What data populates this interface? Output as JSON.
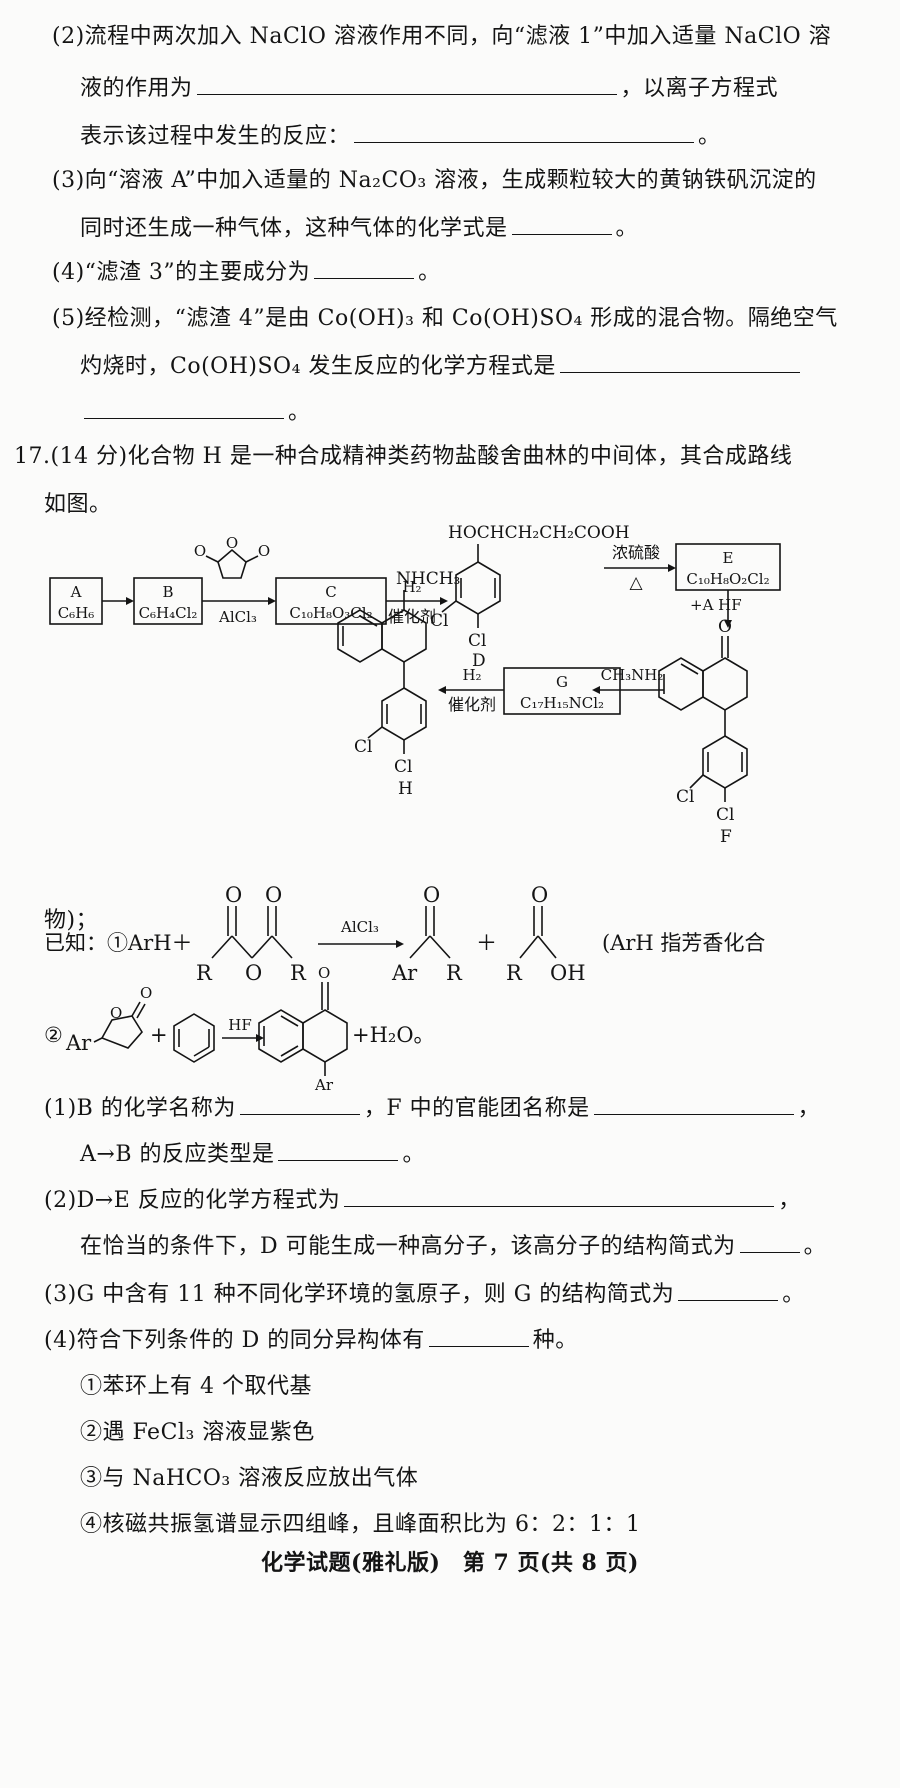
{
  "q16": {
    "p2_line1": "(2)流程中两次加入 NaClO 溶液作用不同，向“滤液 1”中加入适量 NaClO 溶",
    "p2_line2_a": "液的作用为",
    "p2_line2_b": "，以离子方程式",
    "p2_line3_a": "表示该过程中发生的反应：",
    "p2_line3_b": "。",
    "p3_line1": "(3)向“溶液 A”中加入适量的 Na₂CO₃ 溶液，生成颗粒较大的黄钠铁矾沉淀的",
    "p3_line2_a": "同时还生成一种气体，这种气体的化学式是",
    "p3_line2_b": "。",
    "p4_a": "(4)“滤渣 3”的主要成分为",
    "p4_b": "。",
    "p5_line1": "(5)经检测，“滤渣 4”是由 Co(OH)₃ 和 Co(OH)SO₄ 形成的混合物。隔绝空气",
    "p5_line2": "灼烧时，Co(OH)SO₄ 发生反应的化学方程式是",
    "p5_line3_b": "。"
  },
  "q17": {
    "intro_line1": "17.(14 分)化合物 H 是一种合成精神类药物盐酸舍曲林的中间体，其合成路线",
    "intro_line2": "如图。",
    "scheme": {
      "A_label": "A",
      "A_formula": "C₆H₆",
      "B_label": "B",
      "B_formula": "C₆H₄Cl₂",
      "C_label": "C",
      "C_formula": "C₁₀H₈O₃Cl₂",
      "E_label": "E",
      "E_formula": "C₁₀H₈O₂Cl₂",
      "G_label": "G",
      "G_formula": "C₁₇H₁₅NCl₂",
      "reagent_AlCl3": "AlCl₃",
      "reagent_H2_1": "H₂",
      "reagent_cat_1": "催化剂",
      "reagent_H2SO4": "浓硫酸",
      "reagent_heat": "△",
      "reagent_A_HF": "+A HF",
      "reagent_CH3NH2": "CH₃NH₂",
      "reagent_H2_2": "H₂",
      "reagent_cat_2": "催化剂",
      "D_side_chain": "HOCHCH₂CH₂COOH",
      "D_name": "D",
      "F_name": "F",
      "H_name": "H",
      "Cl": "Cl",
      "NHCH3": "NHCH₃"
    },
    "known_prefix": "已知：①ArH＋",
    "known_AlCl3": "AlCl₃",
    "known_R": "R",
    "known_O": "O",
    "known_Ar": "Ar",
    "known_OH": "OH",
    "known_plus": "＋",
    "known_suffix": "(ArH 指芳香化合",
    "known_suffix2": "物)；",
    "known2_prefix": "②",
    "known2_Ar": "Ar",
    "known2_plus": "+",
    "known2_HF": "HF",
    "known2_suffix": "+H₂O。",
    "q1_line1_a": "(1)B 的化学名称为",
    "q1_line1_b": "，F 中的官能团名称是",
    "q1_line1_c": "，",
    "q1_line2_a": "A→B 的反应类型是",
    "q1_line2_b": "。",
    "q2_line1_a": "(2)D→E 反应的化学方程式为",
    "q2_line1_b": "，",
    "q2_line2_a": "在恰当的条件下，D 可能生成一种高分子，该高分子的结构简式为",
    "q2_line2_b": "。",
    "q3_a": "(3)G 中含有 11 种不同化学环境的氢原子，则 G 的结构简式为",
    "q3_b": "。",
    "q4_a": "(4)符合下列条件的 D 的同分异构体有",
    "q4_b": "种。",
    "cond1": "①苯环上有 4 个取代基",
    "cond2": "②遇 FeCl₃ 溶液显紫色",
    "cond3": "③与 NaHCO₃ 溶液反应放出气体",
    "cond4": "④核磁共振氢谱显示四组峰，且峰面积比为 6：2：1：1"
  },
  "footer": "化学试题(雅礼版)　第 7 页(共 8 页)"
}
